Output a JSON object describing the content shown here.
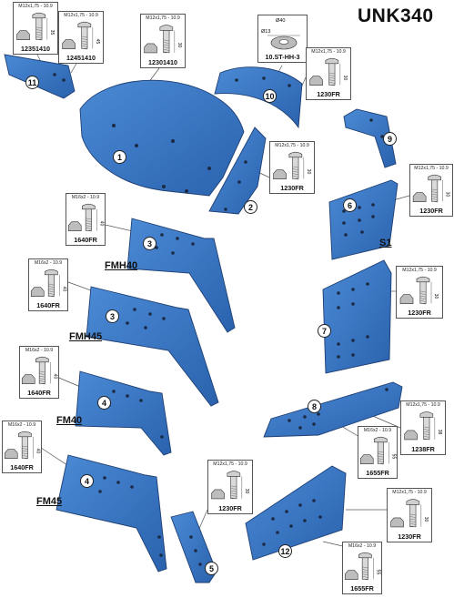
{
  "title": "UNK340",
  "colors": {
    "part_fill": "#3a78c8",
    "part_stroke": "#1f3f73",
    "hole": "#1a2a44",
    "line": "#555555"
  },
  "part_numbers": [
    "1",
    "2",
    "3",
    "3",
    "4",
    "4",
    "5",
    "6",
    "7",
    "8",
    "9",
    "10",
    "11",
    "12"
  ],
  "body_labels": [
    "FMH40",
    "FMH45",
    "FM40",
    "FM45",
    "S1"
  ],
  "fasteners": [
    {
      "spec": "M12x1,75 - 10.9",
      "code": "12351410",
      "len": "35"
    },
    {
      "spec": "M12x1,75 - 10.9",
      "code": "12451410",
      "len": "45"
    },
    {
      "spec": "M12x1,75 - 10.9",
      "code": "12301410",
      "len": "30"
    },
    {
      "spec": "M12x1,75 - 10.9",
      "code": "1230FR",
      "len": "30"
    },
    {
      "spec": "M12x1,75 - 10.9",
      "code": "1230FR",
      "len": "30"
    },
    {
      "spec": "M12x1,75 - 10.9",
      "code": "1230FR",
      "len": "30"
    },
    {
      "spec": "M12x1,75 - 10.9",
      "code": "1230FR",
      "len": "30"
    },
    {
      "spec": "M16x2 - 10.9",
      "code": "1640FR",
      "len": "40"
    },
    {
      "spec": "M16x2 - 10.9",
      "code": "1640FR",
      "len": "40"
    },
    {
      "spec": "M16x2 - 10.9",
      "code": "1640FR",
      "len": "40"
    },
    {
      "spec": "M16x2 - 10.9",
      "code": "1640FR",
      "len": "40"
    },
    {
      "spec": "M12x1,75 - 10.9",
      "code": "1238FR",
      "len": "38"
    },
    {
      "spec": "M16x2 - 10.9",
      "code": "1655FR",
      "len": "55"
    },
    {
      "spec": "M12x1,75 - 10.9",
      "code": "1230FR",
      "len": "30"
    },
    {
      "spec": "M12x1,75 - 10.9",
      "code": "1230FR",
      "len": "30"
    },
    {
      "spec": "M16x2 - 10.9",
      "code": "1655FR",
      "len": "55"
    }
  ],
  "washer": {
    "outer": "Ø40",
    "inner": "Ø13",
    "code": "10.ST-HH-3"
  }
}
